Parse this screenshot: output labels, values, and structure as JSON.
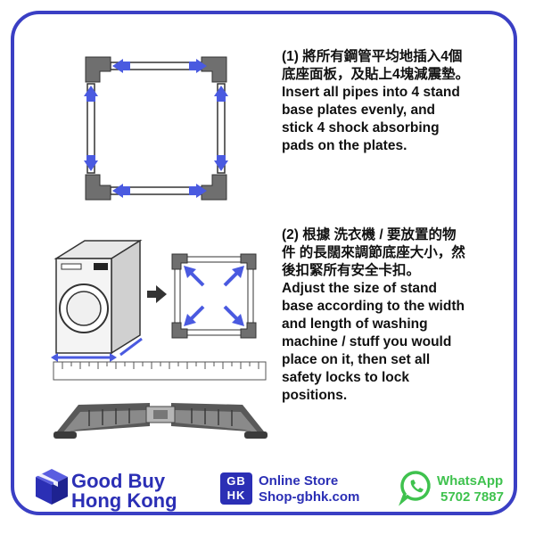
{
  "step1": {
    "lines": [
      "(1) 將所有鋼管平均地插入4個",
      "底座面板，及貼上4塊減震墊。",
      "Insert all pipes into 4 stand",
      "base plates evenly, and",
      "stick 4 shock absorbing",
      "pads on the plates."
    ]
  },
  "step2": {
    "lines": [
      "(2) 根據 洗衣機 / 要放置的物",
      "件 的長闊來調節底座大小，然",
      "後扣緊所有安全卡扣。",
      "Adjust the size of stand",
      "base according to the width",
      "and length of washing",
      "machine / stuff you would",
      "place on it, then set all",
      "safety locks to lock",
      "positions."
    ]
  },
  "footer": {
    "brand_line1": "Good Buy",
    "brand_line2": "Hong Kong",
    "badge_top": "GB",
    "badge_bottom": "HK",
    "store_label": "Online Store",
    "store_url": "Shop-gbhk.com",
    "whatsapp_label": "WhatsApp",
    "whatsapp_number": "5702 7887"
  },
  "colors": {
    "frame": "#3a3fc4",
    "brand_blue": "#2b2fb5",
    "arrow_blue": "#4a5ae0",
    "whatsapp_green": "#3fc24e",
    "plate_gray": "#707070"
  }
}
